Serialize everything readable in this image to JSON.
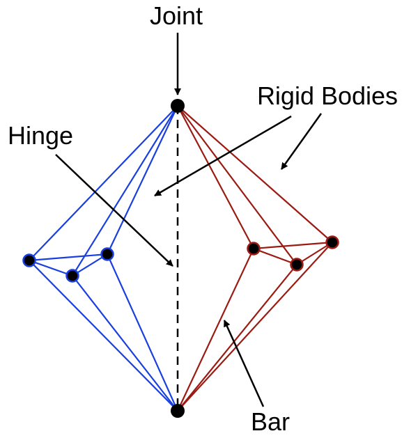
{
  "labels": {
    "joint": "Joint",
    "rigid_bodies": "Rigid Bodies",
    "hinge": "Hinge",
    "bar": "Bar"
  },
  "colors": {
    "left_body": "#1a3fe0",
    "right_body": "#9b1b12",
    "joint_fill": "#000000",
    "arrow": "#000000",
    "hinge_line": "#000000",
    "background": "#ffffff"
  }
}
